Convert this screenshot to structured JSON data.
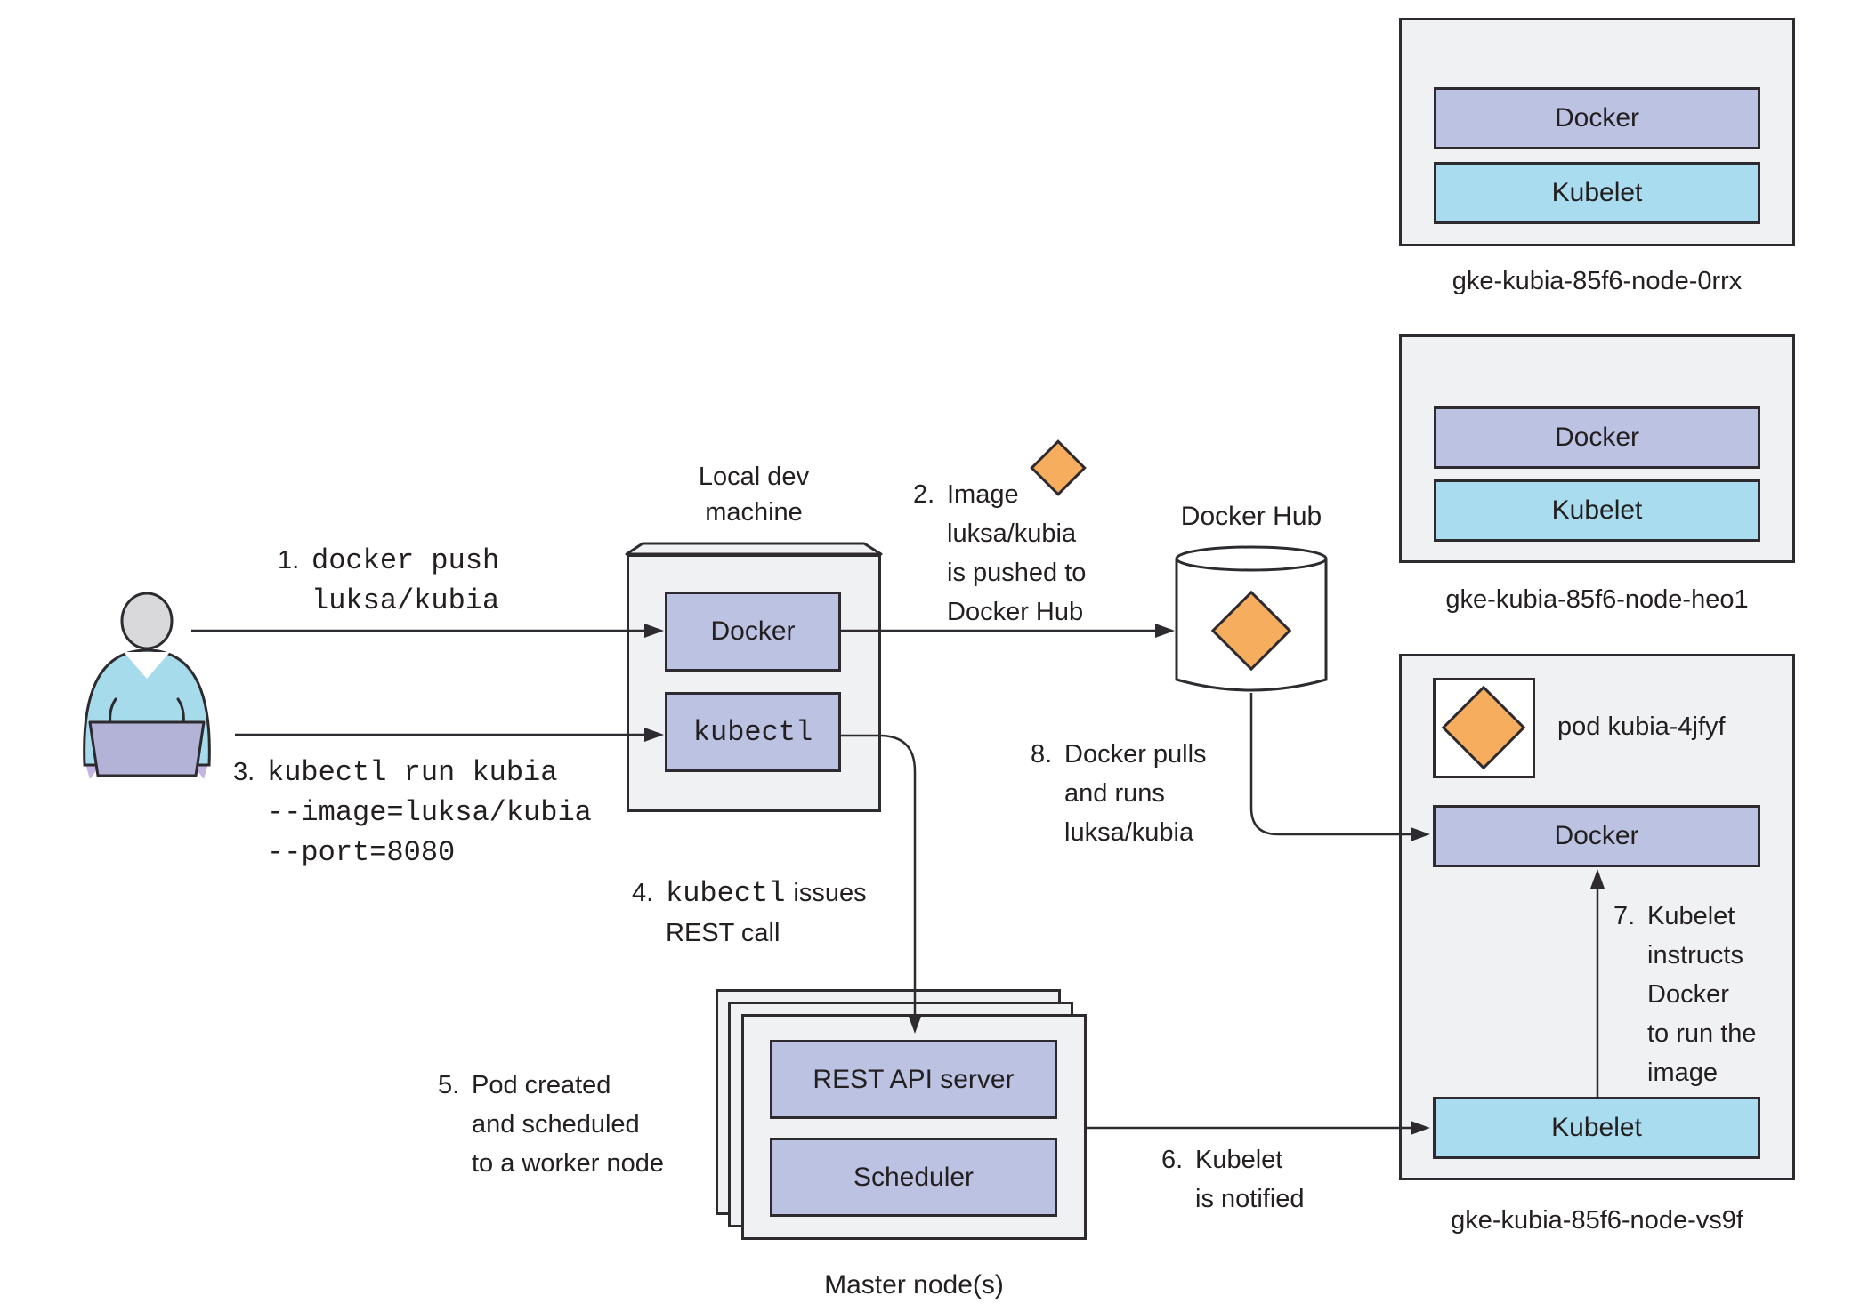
{
  "colors": {
    "outline": "#2d2b2f",
    "text": "#231f20",
    "node_bg": "#eff1f3",
    "docker_box": "#bcc2e2",
    "kubelet_box": "#a8dcee",
    "diamond": "#f6ad5d",
    "cylinder_fill": "#ffffff",
    "person_head": "#d9d9db",
    "person_body": "#a6dbec",
    "laptop": "#b3b3d8",
    "laptop_shadow": "#c4b4e2"
  },
  "local_dev": {
    "title_line1": "Local dev",
    "title_line2": "machine",
    "docker_label": "Docker",
    "kubectl_label": "kubectl"
  },
  "docker_hub": {
    "label": "Docker Hub"
  },
  "master": {
    "rest_api_label": "REST API server",
    "scheduler_label": "Scheduler",
    "caption": "Master node(s)"
  },
  "nodes": [
    {
      "caption": "gke-kubia-85f6-node-0rrx",
      "docker_label": "Docker",
      "kubelet_label": "Kubelet"
    },
    {
      "caption": "gke-kubia-85f6-node-heo1",
      "docker_label": "Docker",
      "kubelet_label": "Kubelet"
    },
    {
      "caption": "gke-kubia-85f6-node-vs9f",
      "pod_label": "pod kubia-4jfyf",
      "docker_label": "Docker",
      "kubelet_label": "Kubelet"
    }
  ],
  "steps": {
    "s1": {
      "number": "1.",
      "code1": "docker push",
      "code2": "luksa/kubia"
    },
    "s2": {
      "number": "2.",
      "line1": "Image",
      "line2": "luksa/kubia",
      "line3": "is pushed to",
      "line4": "Docker Hub"
    },
    "s3": {
      "number": "3.",
      "code1": "kubectl run kubia",
      "code2": "--image=luksa/kubia",
      "code3": "--port=8080"
    },
    "s4": {
      "number": "4.",
      "code": "kubectl",
      "text_after": "issues",
      "line2": "REST call"
    },
    "s5": {
      "number": "5.",
      "line1": "Pod created",
      "line2": "and scheduled",
      "line3": "to a worker node"
    },
    "s6": {
      "number": "6.",
      "line1": "Kubelet",
      "line2": "is notified"
    },
    "s7": {
      "number": "7.",
      "line1": "Kubelet",
      "line2": "instructs",
      "line3": "Docker",
      "line4": "to run the",
      "line5": "image"
    },
    "s8": {
      "number": "8.",
      "line1": "Docker pulls",
      "line2": "and runs",
      "line3": "luksa/kubia"
    }
  }
}
